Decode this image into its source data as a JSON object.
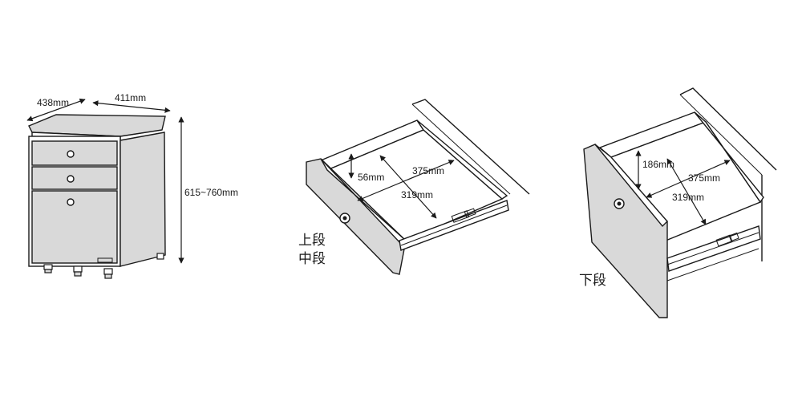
{
  "cabinet": {
    "depth_label": "438mm",
    "width_label": "411mm",
    "height_label": "615~760mm"
  },
  "upper_drawer": {
    "height_label": "56mm",
    "depth_label": "375mm",
    "width_label": "319mm",
    "name_upper": "上段",
    "name_middle": "中段"
  },
  "lower_drawer": {
    "height_label": "186mm",
    "depth_label": "375mm",
    "width_label": "319mm",
    "name": "下段"
  }
}
